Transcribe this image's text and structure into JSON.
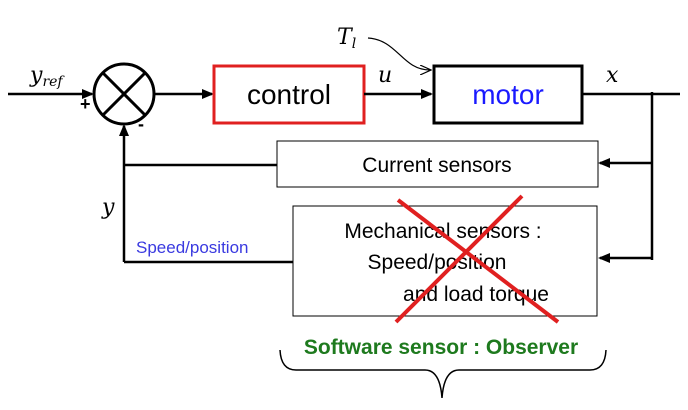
{
  "signals": {
    "y_ref": {
      "base": "y",
      "sub": "ref"
    },
    "t_l": {
      "base": "T",
      "sub": "l"
    },
    "u": "u",
    "x": "x",
    "y": "y"
  },
  "summing_junction": {
    "plus": "+",
    "minus": "-"
  },
  "blocks": {
    "control": "control",
    "motor": "motor",
    "current_sensors": "Current sensors",
    "mechanical_sensors": [
      "Mechanical sensors :",
      "Speed/position",
      "and load torque"
    ]
  },
  "feedback_label": "Speed/position",
  "software_sensor_label": "Software sensor : Observer",
  "colors": {
    "line": "#000000",
    "control_border": "#e02020",
    "motor_text": "#1a1aff",
    "feedback_label_text": "#3a3ae0",
    "cross": "#e02020",
    "software_sensor_text": "#1e7a1e",
    "block_border": "#000000"
  }
}
